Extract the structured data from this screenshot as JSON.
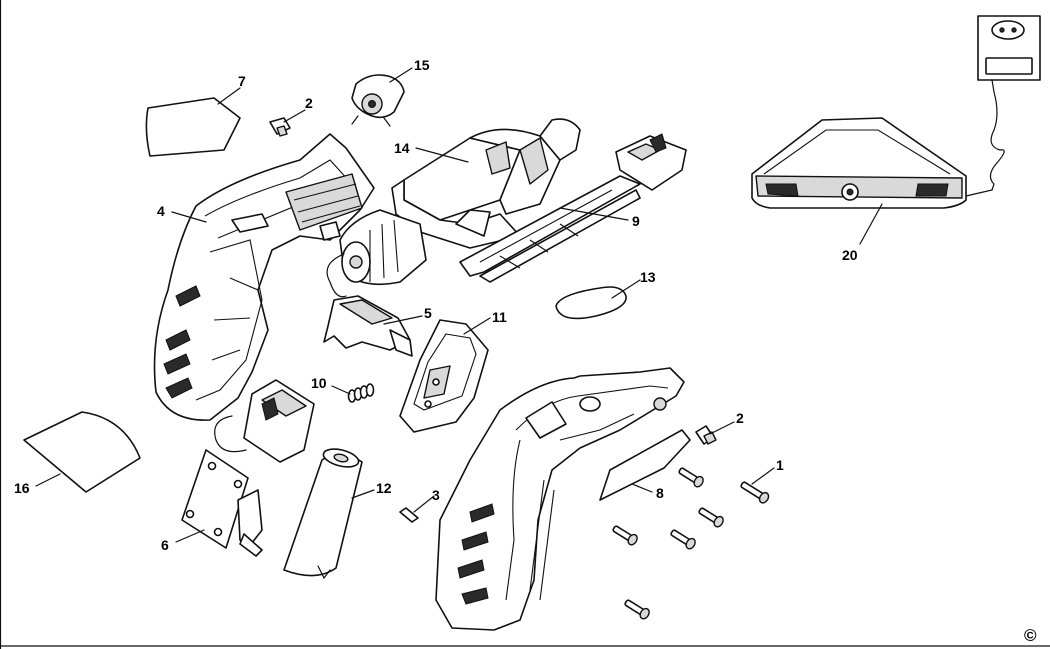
{
  "callouts": [
    {
      "id": "7",
      "label": "7"
    },
    {
      "id": "2a",
      "label": "2"
    },
    {
      "id": "15",
      "label": "15"
    },
    {
      "id": "14",
      "label": "14"
    },
    {
      "id": "4",
      "label": "4"
    },
    {
      "id": "9",
      "label": "9"
    },
    {
      "id": "13",
      "label": "13"
    },
    {
      "id": "5",
      "label": "5"
    },
    {
      "id": "11",
      "label": "11"
    },
    {
      "id": "10",
      "label": "10"
    },
    {
      "id": "16",
      "label": "16"
    },
    {
      "id": "12",
      "label": "12"
    },
    {
      "id": "3",
      "label": "3"
    },
    {
      "id": "6",
      "label": "6"
    },
    {
      "id": "2b",
      "label": "2"
    },
    {
      "id": "1",
      "label": "1"
    },
    {
      "id": "8",
      "label": "8"
    },
    {
      "id": "20",
      "label": "20"
    }
  ],
  "copyright_mark": "©"
}
